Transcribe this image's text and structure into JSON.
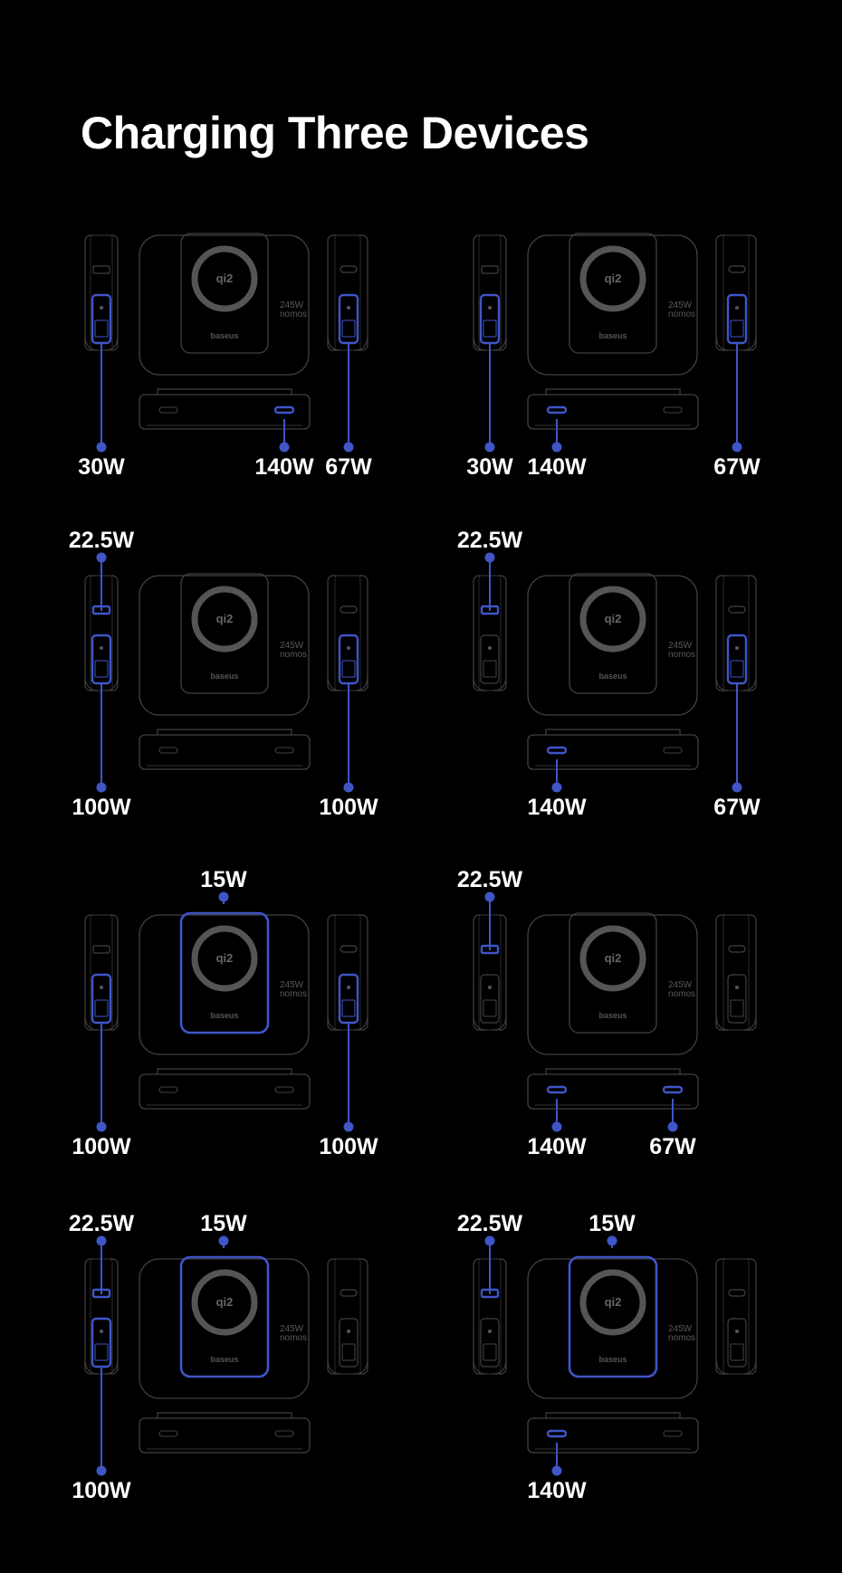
{
  "title": "Charging Three Devices",
  "device": {
    "brand": "baseus",
    "qi_mark": "qi2",
    "capacity": "245",
    "capacity_unit": "W",
    "model": "nomos"
  },
  "colors": {
    "background": "#000000",
    "outline": "#404040",
    "highlight": "#3f55c8",
    "text": "#ffffff"
  },
  "configurations": [
    {
      "id": "config-1",
      "active_ports": [
        "left-c",
        "base-right",
        "right-c"
      ],
      "labels": [
        {
          "port": "left-c",
          "text": "30W"
        },
        {
          "port": "base-right",
          "text": "140W"
        },
        {
          "port": "right-c",
          "text": "67W"
        }
      ]
    },
    {
      "id": "config-2",
      "active_ports": [
        "left-c",
        "base-left",
        "right-c"
      ],
      "labels": [
        {
          "port": "left-c",
          "text": "30W"
        },
        {
          "port": "base-left",
          "text": "140W"
        },
        {
          "port": "right-c",
          "text": "67W"
        }
      ]
    },
    {
      "id": "config-3",
      "active_ports": [
        "left-a",
        "left-c",
        "right-c"
      ],
      "labels": [
        {
          "port": "left-a",
          "text": "22.5W"
        },
        {
          "port": "left-c",
          "text": "100W"
        },
        {
          "port": "right-c",
          "text": "100W"
        }
      ]
    },
    {
      "id": "config-4",
      "active_ports": [
        "left-a",
        "base-left",
        "right-c"
      ],
      "labels": [
        {
          "port": "left-a",
          "text": "22.5W"
        },
        {
          "port": "base-left",
          "text": "140W"
        },
        {
          "port": "right-c",
          "text": "67W"
        }
      ]
    },
    {
      "id": "config-5",
      "active_ports": [
        "wireless",
        "left-c",
        "right-c"
      ],
      "labels": [
        {
          "port": "wireless",
          "text": "15W"
        },
        {
          "port": "left-c",
          "text": "100W"
        },
        {
          "port": "right-c",
          "text": "100W"
        }
      ]
    },
    {
      "id": "config-6",
      "active_ports": [
        "left-a",
        "base-left",
        "base-right"
      ],
      "labels": [
        {
          "port": "left-a",
          "text": "22.5W"
        },
        {
          "port": "base-left",
          "text": "140W"
        },
        {
          "port": "base-right",
          "text": "67W"
        }
      ]
    },
    {
      "id": "config-7",
      "active_ports": [
        "left-a",
        "wireless",
        "left-c"
      ],
      "labels": [
        {
          "port": "left-a",
          "text": "22.5W"
        },
        {
          "port": "wireless",
          "text": "15W"
        },
        {
          "port": "left-c",
          "text": "100W"
        }
      ]
    },
    {
      "id": "config-8",
      "active_ports": [
        "left-a",
        "wireless",
        "base-left"
      ],
      "labels": [
        {
          "port": "left-a",
          "text": "22.5W"
        },
        {
          "port": "wireless",
          "text": "15W"
        },
        {
          "port": "base-left",
          "text": "140W"
        }
      ]
    }
  ]
}
